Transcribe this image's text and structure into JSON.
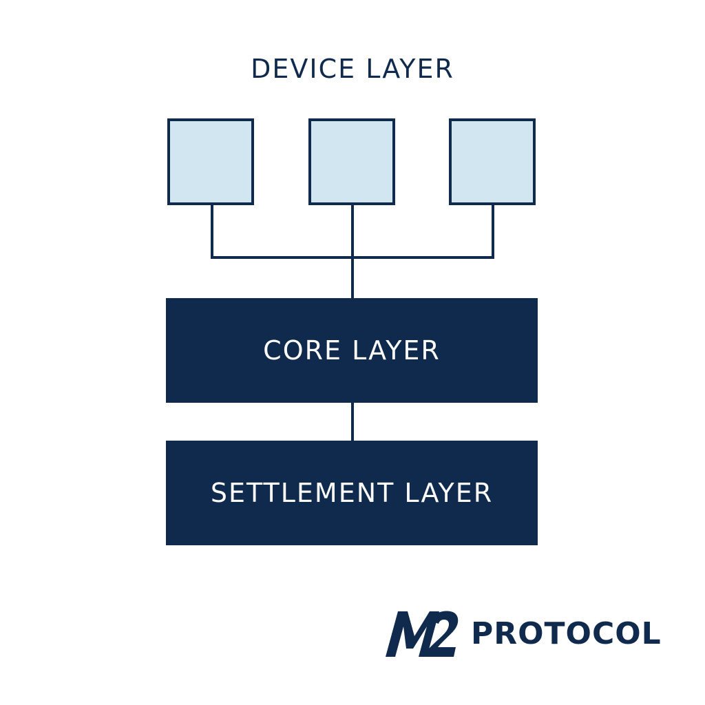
{
  "diagram": {
    "title": "DEVICE LAYER",
    "devices": [
      "",
      "",
      ""
    ],
    "core_label": "CORE LAYER",
    "settlement_label": "SETTLEMENT LAYER"
  },
  "brand": {
    "logo_mark": "M2",
    "logo_text": "PROTOCOL"
  },
  "colors": {
    "navy": "#0f2a4d",
    "device_fill": "#d1e6f1",
    "background": "#ffffff",
    "label_on_dark": "#ffffff"
  }
}
